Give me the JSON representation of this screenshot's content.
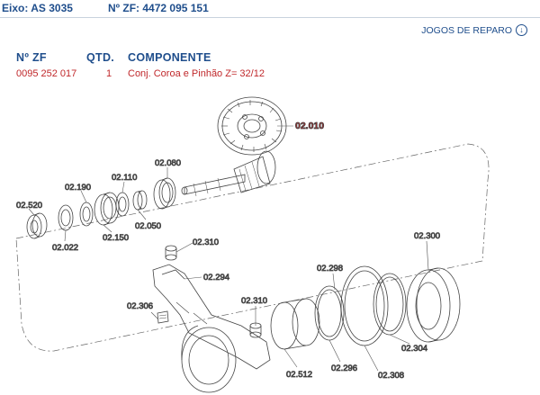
{
  "header": {
    "axle": "Eixo: AS 3035",
    "zf_number": "Nº ZF: 4472 095 151"
  },
  "repair_link": {
    "label": "JOGOS DE REPARO",
    "icon": "down-arrow-circle-icon"
  },
  "table": {
    "columns": [
      "Nº ZF",
      "QTD.",
      "COMPONENTE"
    ],
    "rows": [
      {
        "zf": "0095 252 017",
        "qty": "1",
        "component": "Conj. Coroa e Pinhão Z= 32/12"
      }
    ]
  },
  "diagram": {
    "highlight_color": "#c0282b",
    "labels": {
      "p02010": "02.010",
      "p02080": "02.080",
      "p02110": "02.110",
      "p02190": "02.190",
      "p02520": "02.520",
      "p02050": "02.050",
      "p02150": "02.150",
      "p02022": "02.022",
      "p02310a": "02.310",
      "p02294": "02.294",
      "p02298": "02.298",
      "p02300": "02.300",
      "p02310b": "02.310",
      "p02306": "02.306",
      "p02304": "02.304",
      "p02512": "02.512",
      "p02296": "02.296",
      "p02308": "02.308"
    }
  }
}
